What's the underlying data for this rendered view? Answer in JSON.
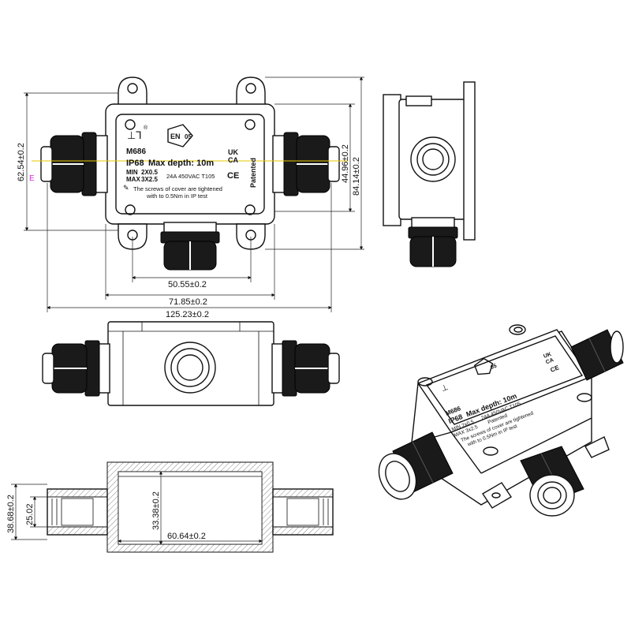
{
  "dimensions": {
    "height_total": "62.54±0.2",
    "height_inner": "44.96±0.2",
    "height_side": "84.14±0.2",
    "hole_spacing": "50.55±0.2",
    "body_width": "71.85±0.2",
    "overall_length": "125.23±0.2",
    "section_outer_height": "38.68±0.2",
    "section_gland_height": "25.02",
    "section_inner_height": "33.38±0.2",
    "section_inner_width": "60.64±0.2"
  },
  "label": {
    "model": "M686",
    "ip_rating": "IP68",
    "max_depth": "Max depth: 10m",
    "min_prefix": "MIN",
    "min_value": "2X0.5",
    "max_prefix": "MAX",
    "max_value": "3X2.5",
    "rating": "24A 450VAC T105",
    "uk_top": "UK",
    "uk_bottom": "CA",
    "ce": "CE",
    "patented": "Patented",
    "note_line1": "The screws of cover are tightened",
    "note_line2": "with to 0.5Nm in IP test",
    "cert_number": "05",
    "marker": "E",
    "reg_mark": "®"
  },
  "iso_label": {
    "model": "M686",
    "ip_rating": "IP68",
    "max_depth": "Max depth: 10m",
    "min_text": "MIN 2x0.5",
    "max_text": "MAX 3x2.5",
    "rating": "24A 450VAC T105",
    "patented": "Patented",
    "note_line1": "The screws of cover are tightened",
    "note_line2": "with to 0.5Nm in IP test",
    "cert_number": "05",
    "uk_top": "UK",
    "uk_bottom": "CA",
    "ce": "CE"
  },
  "colors": {
    "line": "#111111",
    "gland": "#1a1a1a",
    "guide_line": "#e6c800",
    "marker": "#cc33cc"
  }
}
